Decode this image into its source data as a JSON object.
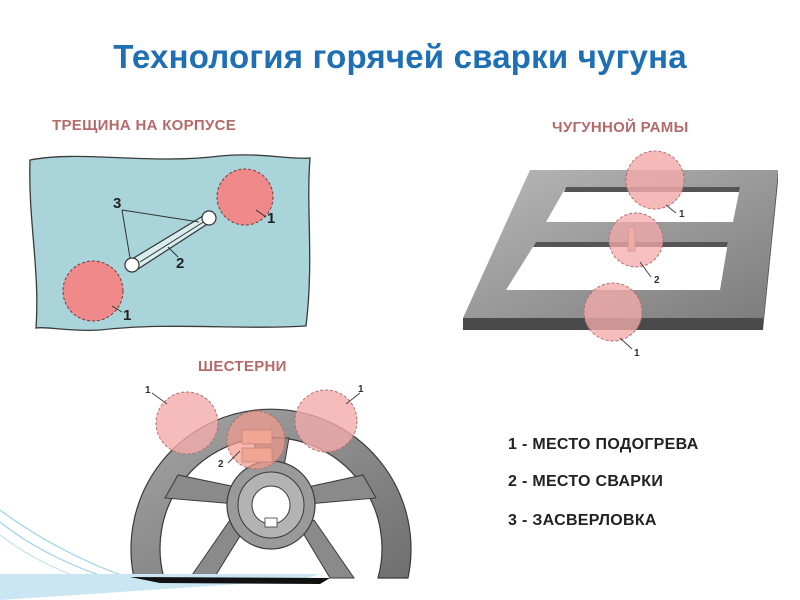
{
  "title": "Технология горячей сварки чугуна",
  "sections": {
    "crack_label": "ТРЕЩИНА НА КОРПУСЕ",
    "frame_label": "ЧУГУННОЙ РАМЫ",
    "gear_label": "ШЕСТЕРНИ"
  },
  "callouts": {
    "crack": {
      "n3": "3",
      "n2": "2",
      "n1_top": "1",
      "n1_bottom": "1"
    },
    "frame": {
      "n1_top": "1",
      "n2": "2",
      "n1_bottom": "1"
    },
    "gear": {
      "n1_left": "1",
      "n1_right": "1",
      "n2": "2"
    }
  },
  "legend": [
    "1 - МЕСТО ПОДОГРЕВА",
    "2 - МЕСТО СВАРКИ",
    "3 - ЗАСВЕРЛОВКА"
  ],
  "colors": {
    "title": "#1f6fb4",
    "section_label": "#b56a6a",
    "plate": "#a9d4da",
    "heat_zone": "#f08a8a",
    "frame_metal": "#8f8f8f",
    "gear_metal": "#8d8d8d"
  }
}
